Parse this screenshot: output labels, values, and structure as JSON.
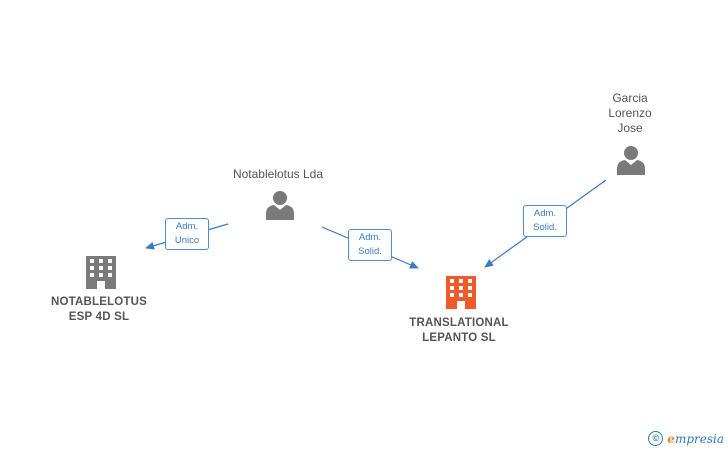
{
  "nodes": {
    "garcia": {
      "label": "Garcia\nLorenzo\nJose"
    },
    "notablelotus_lda": {
      "label": "Notablelotus Lda"
    },
    "notablelotus_esp": {
      "label": "NOTABLELOTUS\nESP 4D  SL"
    },
    "translational": {
      "label": "TRANSLATIONAL\nLEPANTO  SL"
    }
  },
  "edges": {
    "lda_to_esp": {
      "label": "Adm.\nUnico"
    },
    "lda_to_translational": {
      "label": "Adm.\nSolid."
    },
    "garcia_to_translational": {
      "label": "Adm.\nSolid."
    }
  },
  "footer": {
    "symbol": "©",
    "brand_initial": "e",
    "brand_rest": "mpresia"
  },
  "colors": {
    "person_icon": "#7a7a7a",
    "company_icon": "#7a7a7a",
    "main_company_icon": "#f0592a",
    "edge": "#3a7bc8"
  }
}
